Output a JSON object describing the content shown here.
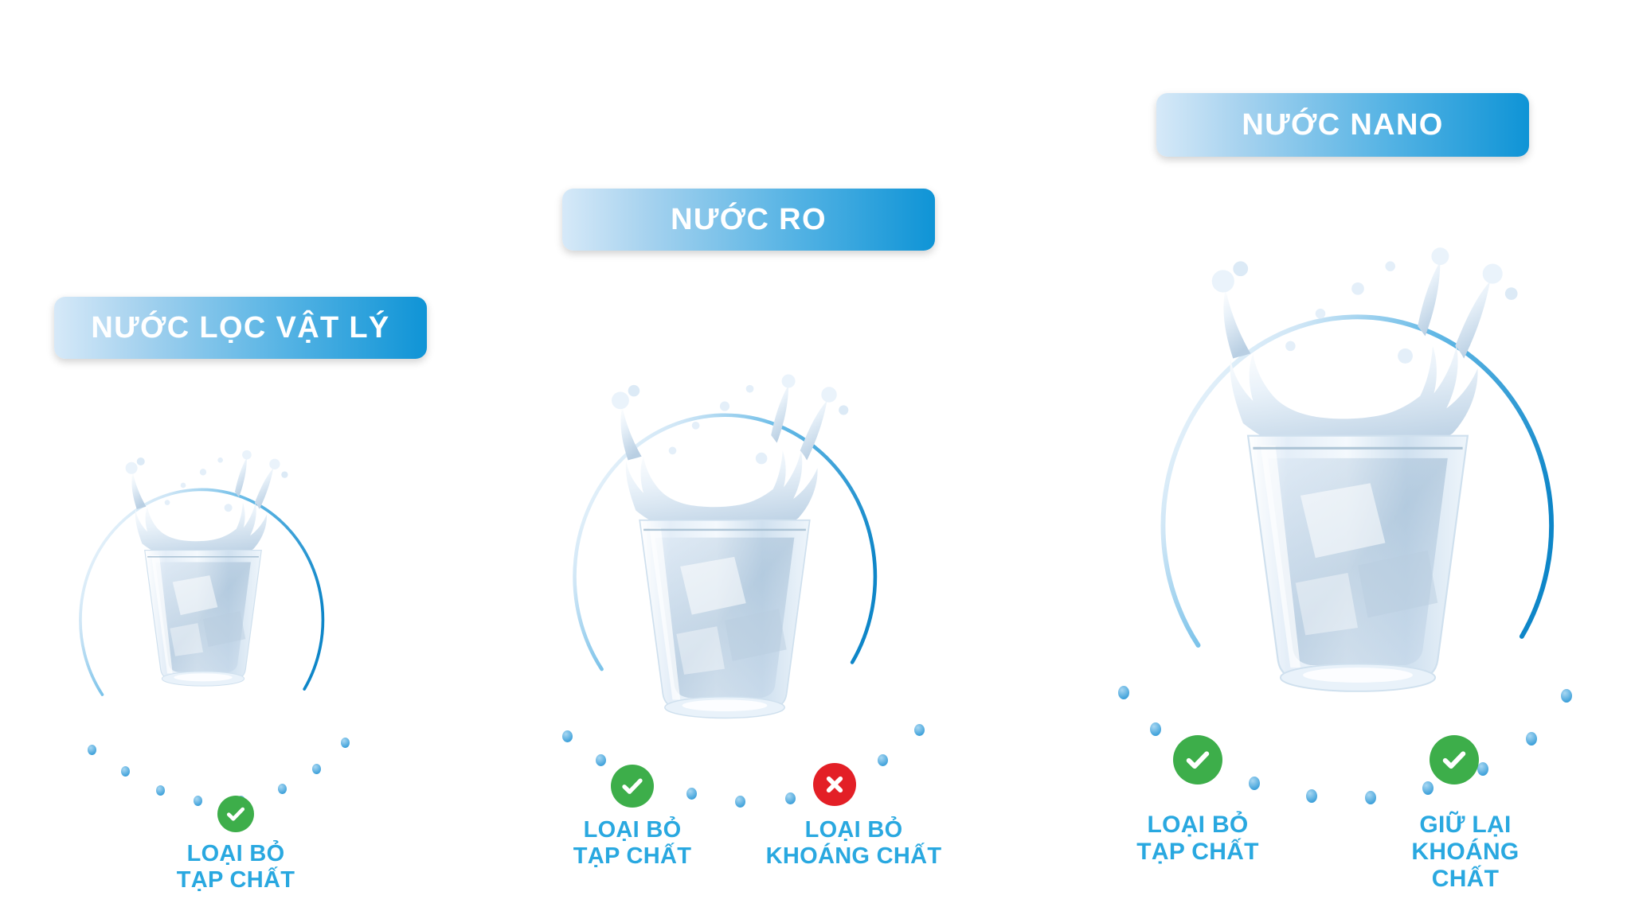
{
  "page": {
    "title": "So sánh các loại nước lọc",
    "accent_blue": "#29a8e0",
    "ok_green": "#3dae4a",
    "bad_red": "#e31f26",
    "pill_gradient_start": "#d6e9f8",
    "pill_gradient_end": "#0f94d6",
    "pill_text_color": "#ffffff"
  },
  "groups": [
    {
      "id": "physical-filtered-water",
      "pill_label": "NƯỚC LỌC VẬT LÝ",
      "glass_icon": "water-glass-splash",
      "ring_icon": "blue-arc-ring",
      "features": [
        {
          "status": "ok",
          "status_icon": "check-circle-icon",
          "line1": "LOẠI BỎ",
          "line2": "TẠP CHẤT"
        }
      ]
    },
    {
      "id": "ro-water",
      "pill_label": "NƯỚC RO",
      "glass_icon": "water-glass-splash",
      "ring_icon": "blue-arc-ring",
      "features": [
        {
          "status": "ok",
          "status_icon": "check-circle-icon",
          "line1": "LOẠI BỎ",
          "line2": "TẠP CHẤT"
        },
        {
          "status": "bad",
          "status_icon": "x-circle-icon",
          "line1": "LOẠI BỎ",
          "line2": "KHOÁNG CHẤT"
        }
      ]
    },
    {
      "id": "nano-water",
      "pill_label": "NƯỚC NANO",
      "glass_icon": "water-glass-splash",
      "ring_icon": "blue-arc-ring",
      "features": [
        {
          "status": "ok",
          "status_icon": "check-circle-icon",
          "line1": "LOẠI BỎ",
          "line2": "TẠP CHẤT"
        },
        {
          "status": "ok",
          "status_icon": "check-circle-icon",
          "line1": "GIỮ LẠI",
          "line2": "KHOÁNG CHẤT"
        }
      ]
    }
  ]
}
